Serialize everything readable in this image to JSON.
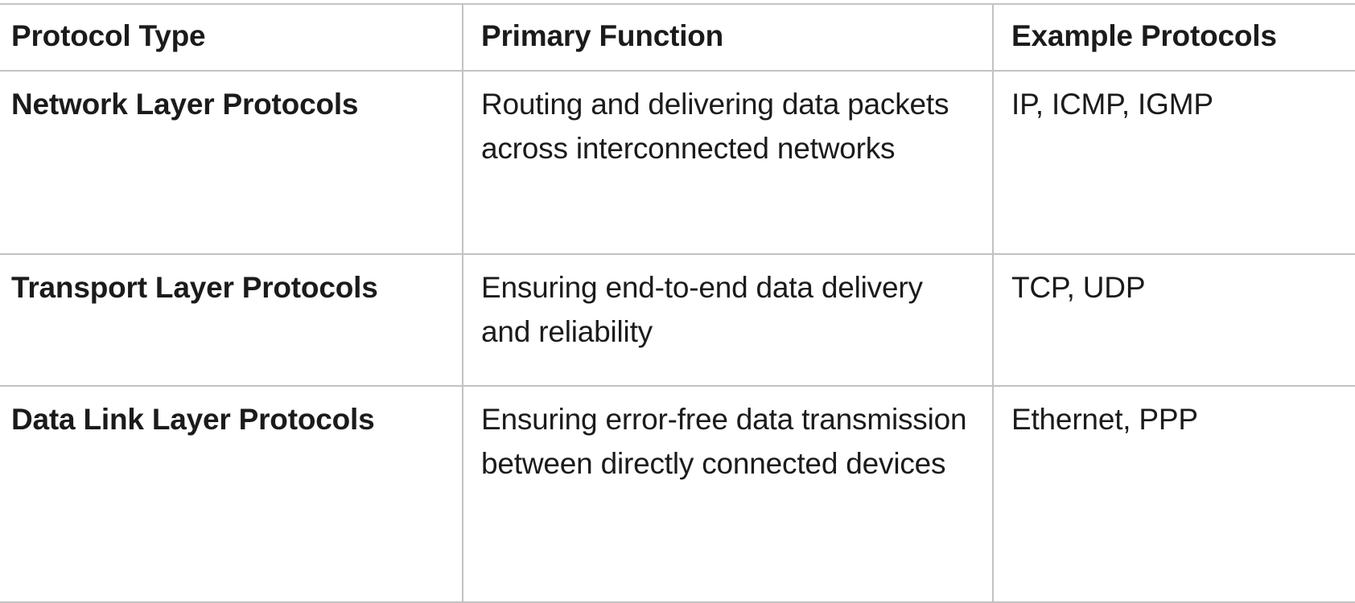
{
  "table": {
    "columns": [
      {
        "key": "protocol_type",
        "label": "Protocol Type"
      },
      {
        "key": "primary_function",
        "label": "Primary Function"
      },
      {
        "key": "example_protocols",
        "label": "Example Protocols"
      }
    ],
    "rows": [
      {
        "protocol_type": "Network Layer Protocols",
        "primary_function": "Routing and delivering data packets across interconnected networks",
        "example_protocols": "IP, ICMP, IGMP"
      },
      {
        "protocol_type": "Transport Layer Protocols",
        "primary_function": "Ensuring end-to-end data delivery and reliability",
        "example_protocols": "TCP, UDP"
      },
      {
        "protocol_type": "Data Link Layer Protocols",
        "primary_function": "Ensuring error-free data transmission between directly connected devices",
        "example_protocols": "Ethernet, PPP"
      }
    ]
  },
  "colors": {
    "text": "#1b1b1b",
    "border": "#c2c2c2",
    "background": "#ffffff"
  }
}
